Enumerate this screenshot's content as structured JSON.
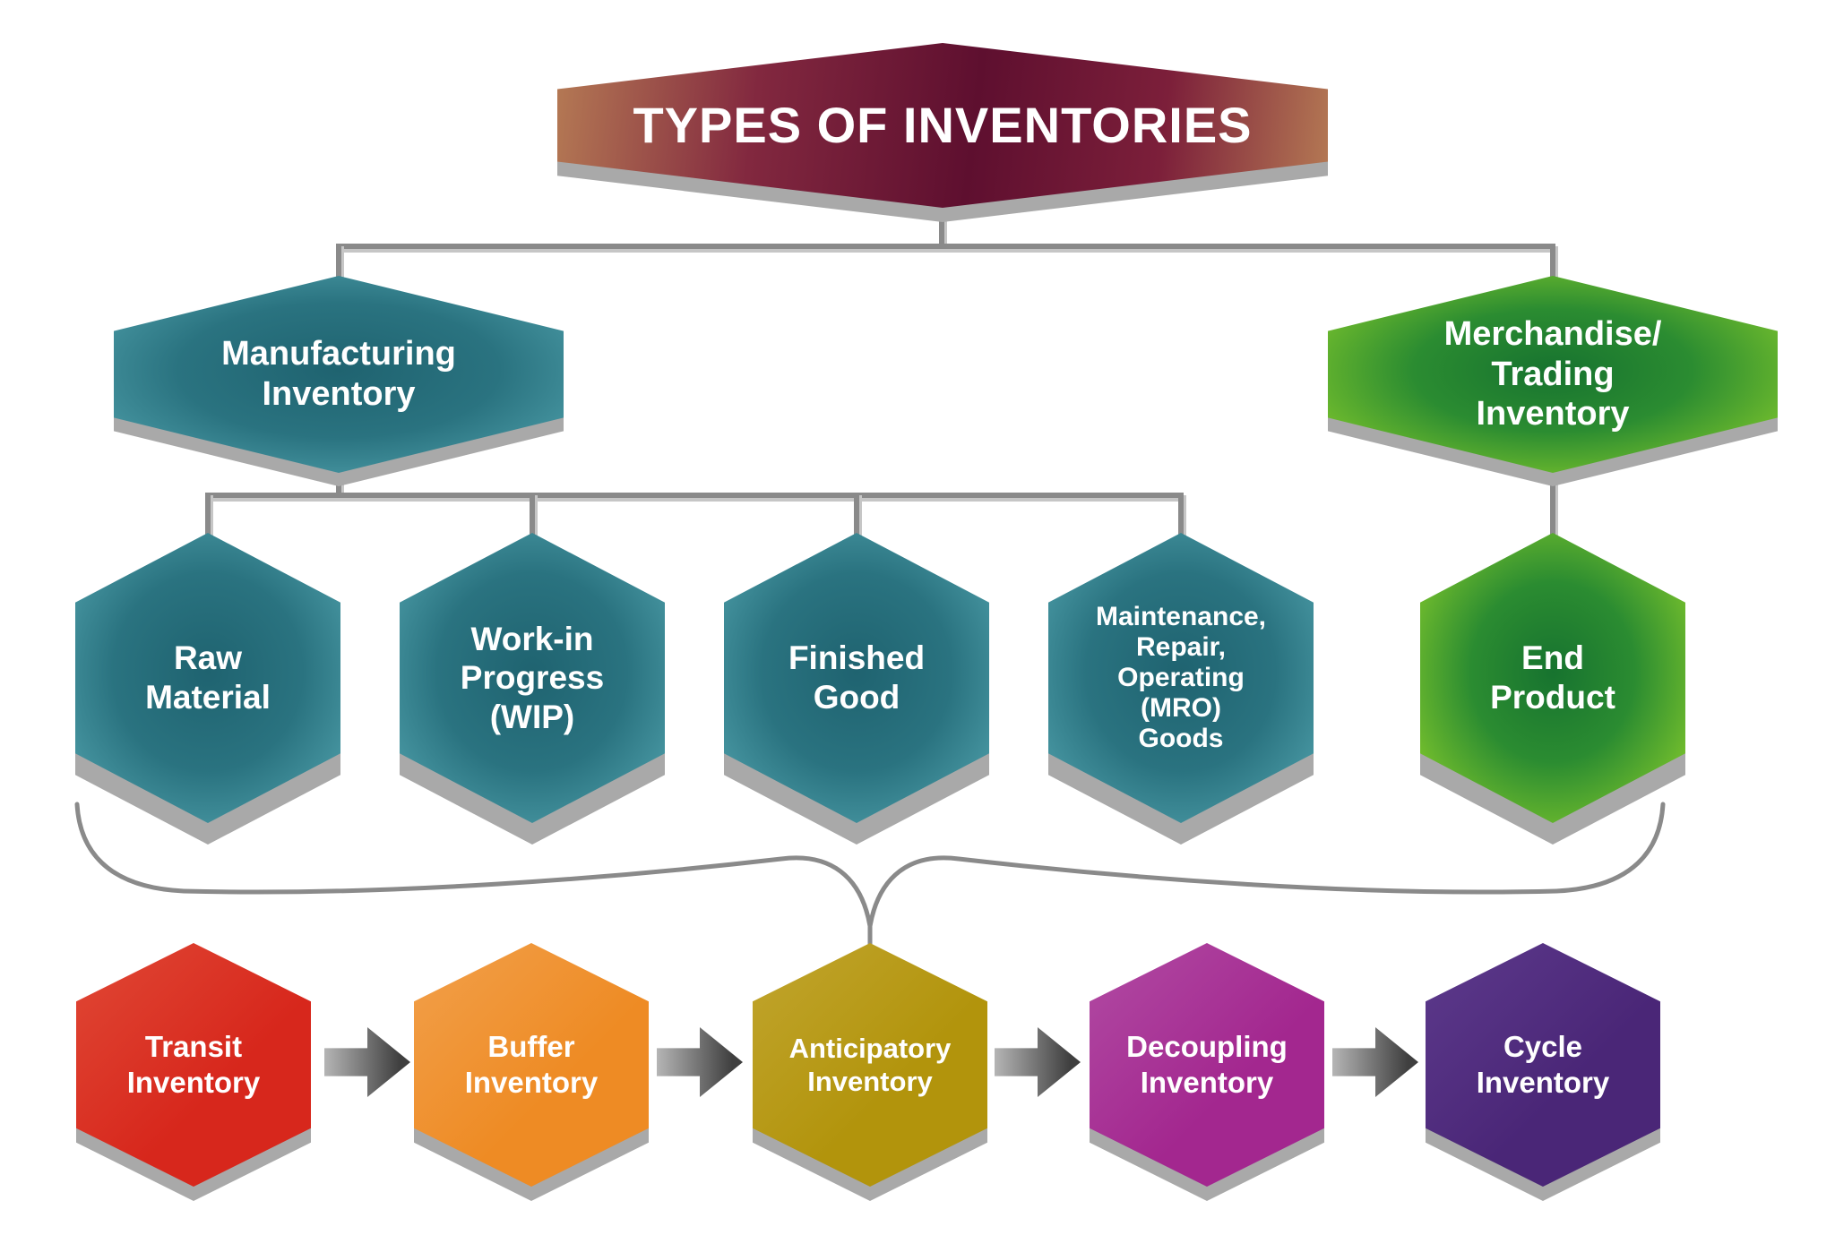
{
  "title": {
    "text": "TYPES OF INVENTORIES"
  },
  "level2": {
    "manufacturing": {
      "lines": [
        "Manufacturing",
        "Inventory"
      ]
    },
    "merchandise": {
      "lines": [
        "Merchandise/",
        "Trading",
        "Inventory"
      ]
    }
  },
  "level3": {
    "raw_material": {
      "lines": [
        "Raw",
        "Material"
      ]
    },
    "wip": {
      "lines": [
        "Work-in",
        "Progress",
        "(WIP)"
      ]
    },
    "finished_good": {
      "lines": [
        "Finished",
        "Good"
      ]
    },
    "mro": {
      "lines": [
        "Maintenance,",
        "Repair,",
        "Operating",
        "(MRO)",
        "Goods"
      ]
    },
    "end_product": {
      "lines": [
        "End",
        "Product"
      ]
    }
  },
  "bottom_row": [
    {
      "id": "transit-inventory",
      "lines": [
        "Transit",
        "Inventory"
      ],
      "fill": "#d7271c",
      "fill_light": "#e04835"
    },
    {
      "id": "buffer-inventory",
      "lines": [
        "Buffer",
        "Inventory"
      ],
      "fill": "#ee8b24",
      "fill_light": "#f2a04b"
    },
    {
      "id": "anticipatory-inventory",
      "lines": [
        "Anticipatory",
        "Inventory"
      ],
      "fill": "#b2940c",
      "fill_light": "#c1a52e"
    },
    {
      "id": "decoupling-inventory",
      "lines": [
        "Decoupling",
        "Inventory"
      ],
      "fill": "#a3278f",
      "fill_light": "#b14ba3"
    },
    {
      "id": "cycle-inventory",
      "lines": [
        "Cycle",
        "Inventory"
      ],
      "fill": "#4a2677",
      "fill_light": "#5d3a8c"
    }
  ],
  "icons": {
    "flow_arrow": "right-arrow"
  },
  "colors": {
    "background": "#ffffff",
    "text": "#ffffff",
    "title_edge": "#b57a54",
    "title_mid": "#82283f",
    "title_center": "#5e0f2f",
    "title_mid2": "#7c1f3a",
    "teal_center": "#1f6370",
    "teal_mid": "#2a7380",
    "teal_edge": "#4c9ca7",
    "green_center": "#17732f",
    "green_mid": "#2b8c31",
    "green_edge": "#7cc42c",
    "connector": "#8a8a8a",
    "connector_shadow": "#c6c6c6",
    "shape_shadow": "#a9a9a9",
    "arrow_light": "#b5b5b5",
    "arrow_dark": "#3f3f3f"
  }
}
